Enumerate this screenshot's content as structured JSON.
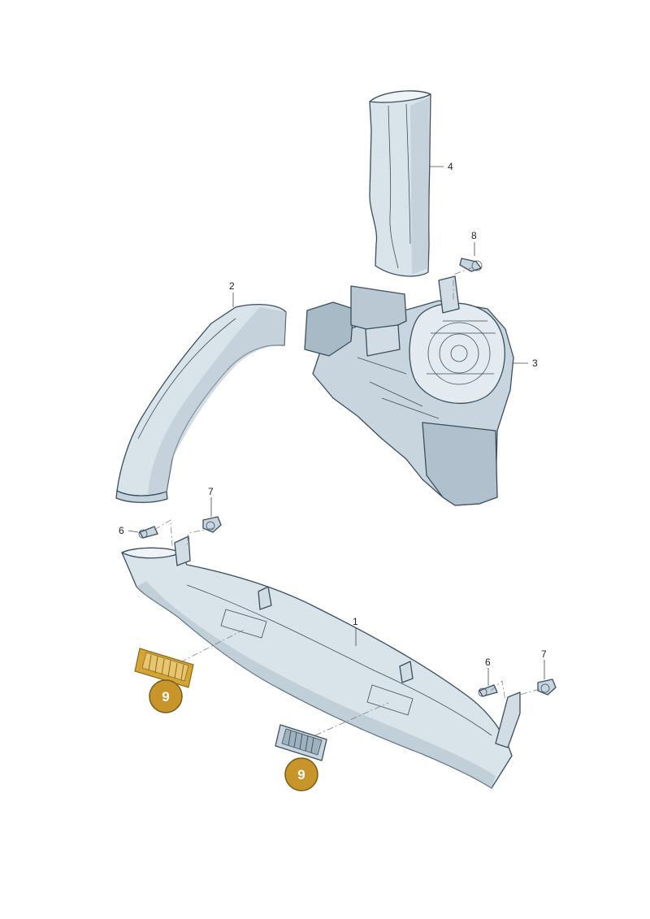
{
  "diagram": {
    "callouts": [
      {
        "id": "c1",
        "text": "1"
      },
      {
        "id": "c2",
        "text": "2"
      },
      {
        "id": "c3",
        "text": "3"
      },
      {
        "id": "c4",
        "text": "4"
      },
      {
        "id": "c6a",
        "text": "6"
      },
      {
        "id": "c6b",
        "text": "6"
      },
      {
        "id": "c7a",
        "text": "7"
      },
      {
        "id": "c7b",
        "text": "7"
      },
      {
        "id": "c8",
        "text": "8"
      }
    ],
    "highlight_badges": [
      {
        "id": "b9a",
        "text": "9"
      },
      {
        "id": "b9b",
        "text": "9"
      }
    ],
    "colors": {
      "part_fill": "#d9e3ea",
      "part_shadow": "#b7c6d1",
      "outline": "#3a4f5e",
      "highlight": "#d4a535",
      "badge": "#c8952b"
    }
  }
}
